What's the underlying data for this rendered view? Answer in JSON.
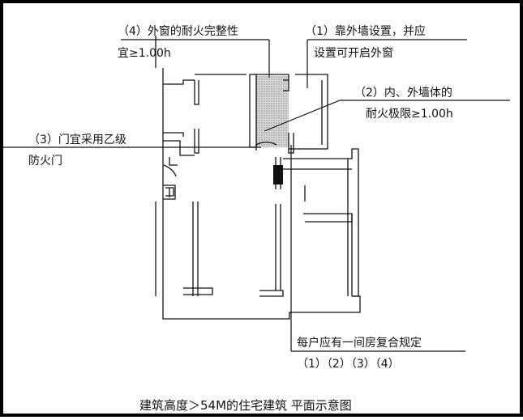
{
  "annotations": {
    "n4": {
      "line1": "（4）外窗的耐火完整性",
      "line2": "宜≥1.00h"
    },
    "n1": {
      "line1": "（1）靠外墙设置，并应",
      "line2": "设置可开启外窗"
    },
    "n2": {
      "line1": "（2）内、外墙体的",
      "line2": "耐火极限≥1.00h"
    },
    "n3": {
      "line1": "（3）门宜采用乙级",
      "line2": "防火门"
    },
    "room": {
      "line1": "每户应有一间房复合规定",
      "line2": "（1）（2）（3）（4）"
    }
  },
  "caption": "建筑高度＞54M的住宅建筑  平面示意图",
  "colors": {
    "ink": "#111111",
    "fill": "#c8c8c8",
    "border": "#000000"
  }
}
